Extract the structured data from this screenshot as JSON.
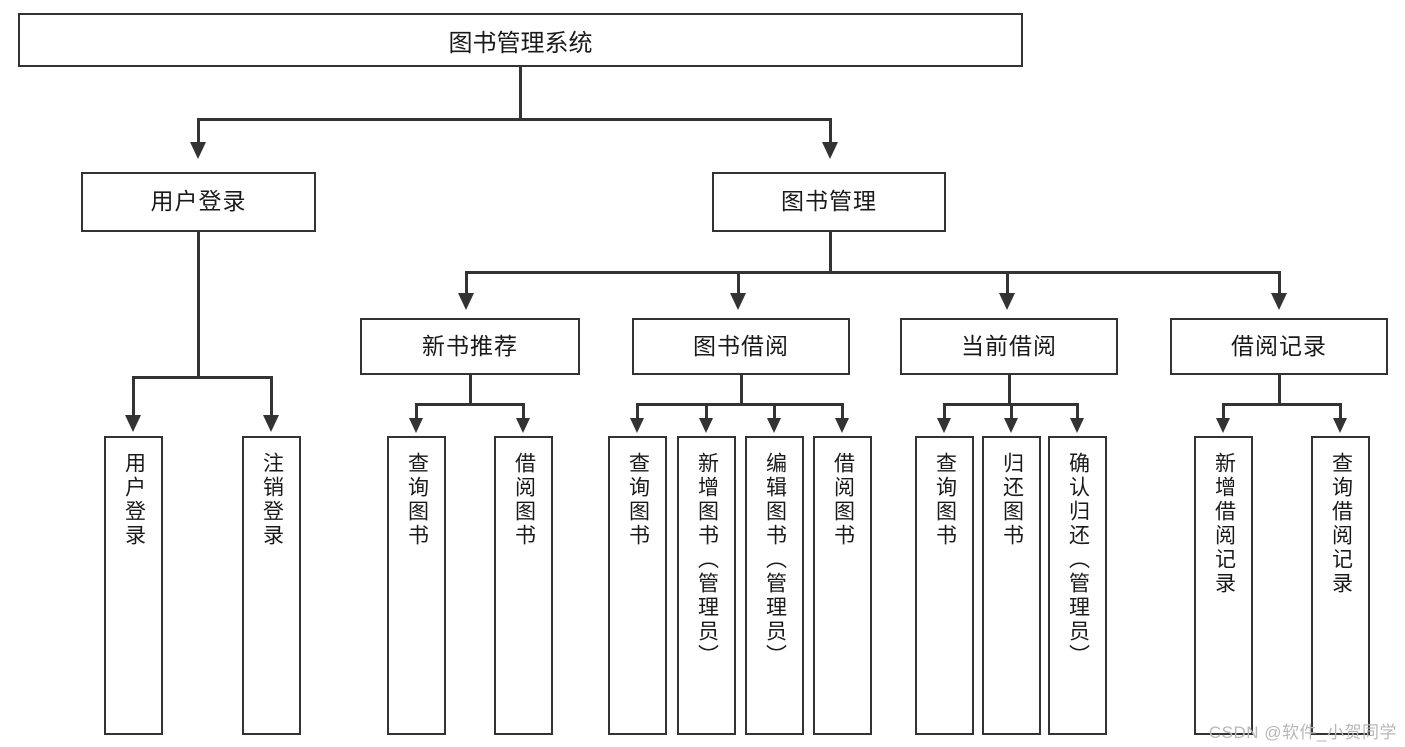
{
  "diagram": {
    "title": "图书管理系统",
    "root": {
      "label": "图书管理系统"
    },
    "level2": [
      {
        "label": "用户登录"
      },
      {
        "label": "图书管理"
      }
    ],
    "level3": [
      {
        "label": "新书推荐"
      },
      {
        "label": "图书借阅"
      },
      {
        "label": "当前借阅"
      },
      {
        "label": "借阅记录"
      }
    ],
    "leaves": {
      "user_login": [
        {
          "label": "用户登录"
        },
        {
          "label": "注销登录"
        }
      ],
      "new_book_recommend": [
        {
          "label": "查询图书"
        },
        {
          "label": "借阅图书"
        }
      ],
      "book_borrow": [
        {
          "label": "查询图书"
        },
        {
          "label": "新增图书（管理员）"
        },
        {
          "label": "编辑图书（管理员）"
        },
        {
          "label": "借阅图书"
        }
      ],
      "current_borrow": [
        {
          "label": "查询图书"
        },
        {
          "label": "归还图书"
        },
        {
          "label": "确认归还（管理员）"
        }
      ],
      "borrow_record": [
        {
          "label": "新增借阅记录"
        },
        {
          "label": "查询借阅记录"
        }
      ]
    }
  },
  "watermark": {
    "text": "CSDN @软件_小贺同学"
  },
  "colors": {
    "stroke": "#333333",
    "background": "#ffffff",
    "text": "#1a1a1a",
    "watermark": "#b8b8b8"
  }
}
